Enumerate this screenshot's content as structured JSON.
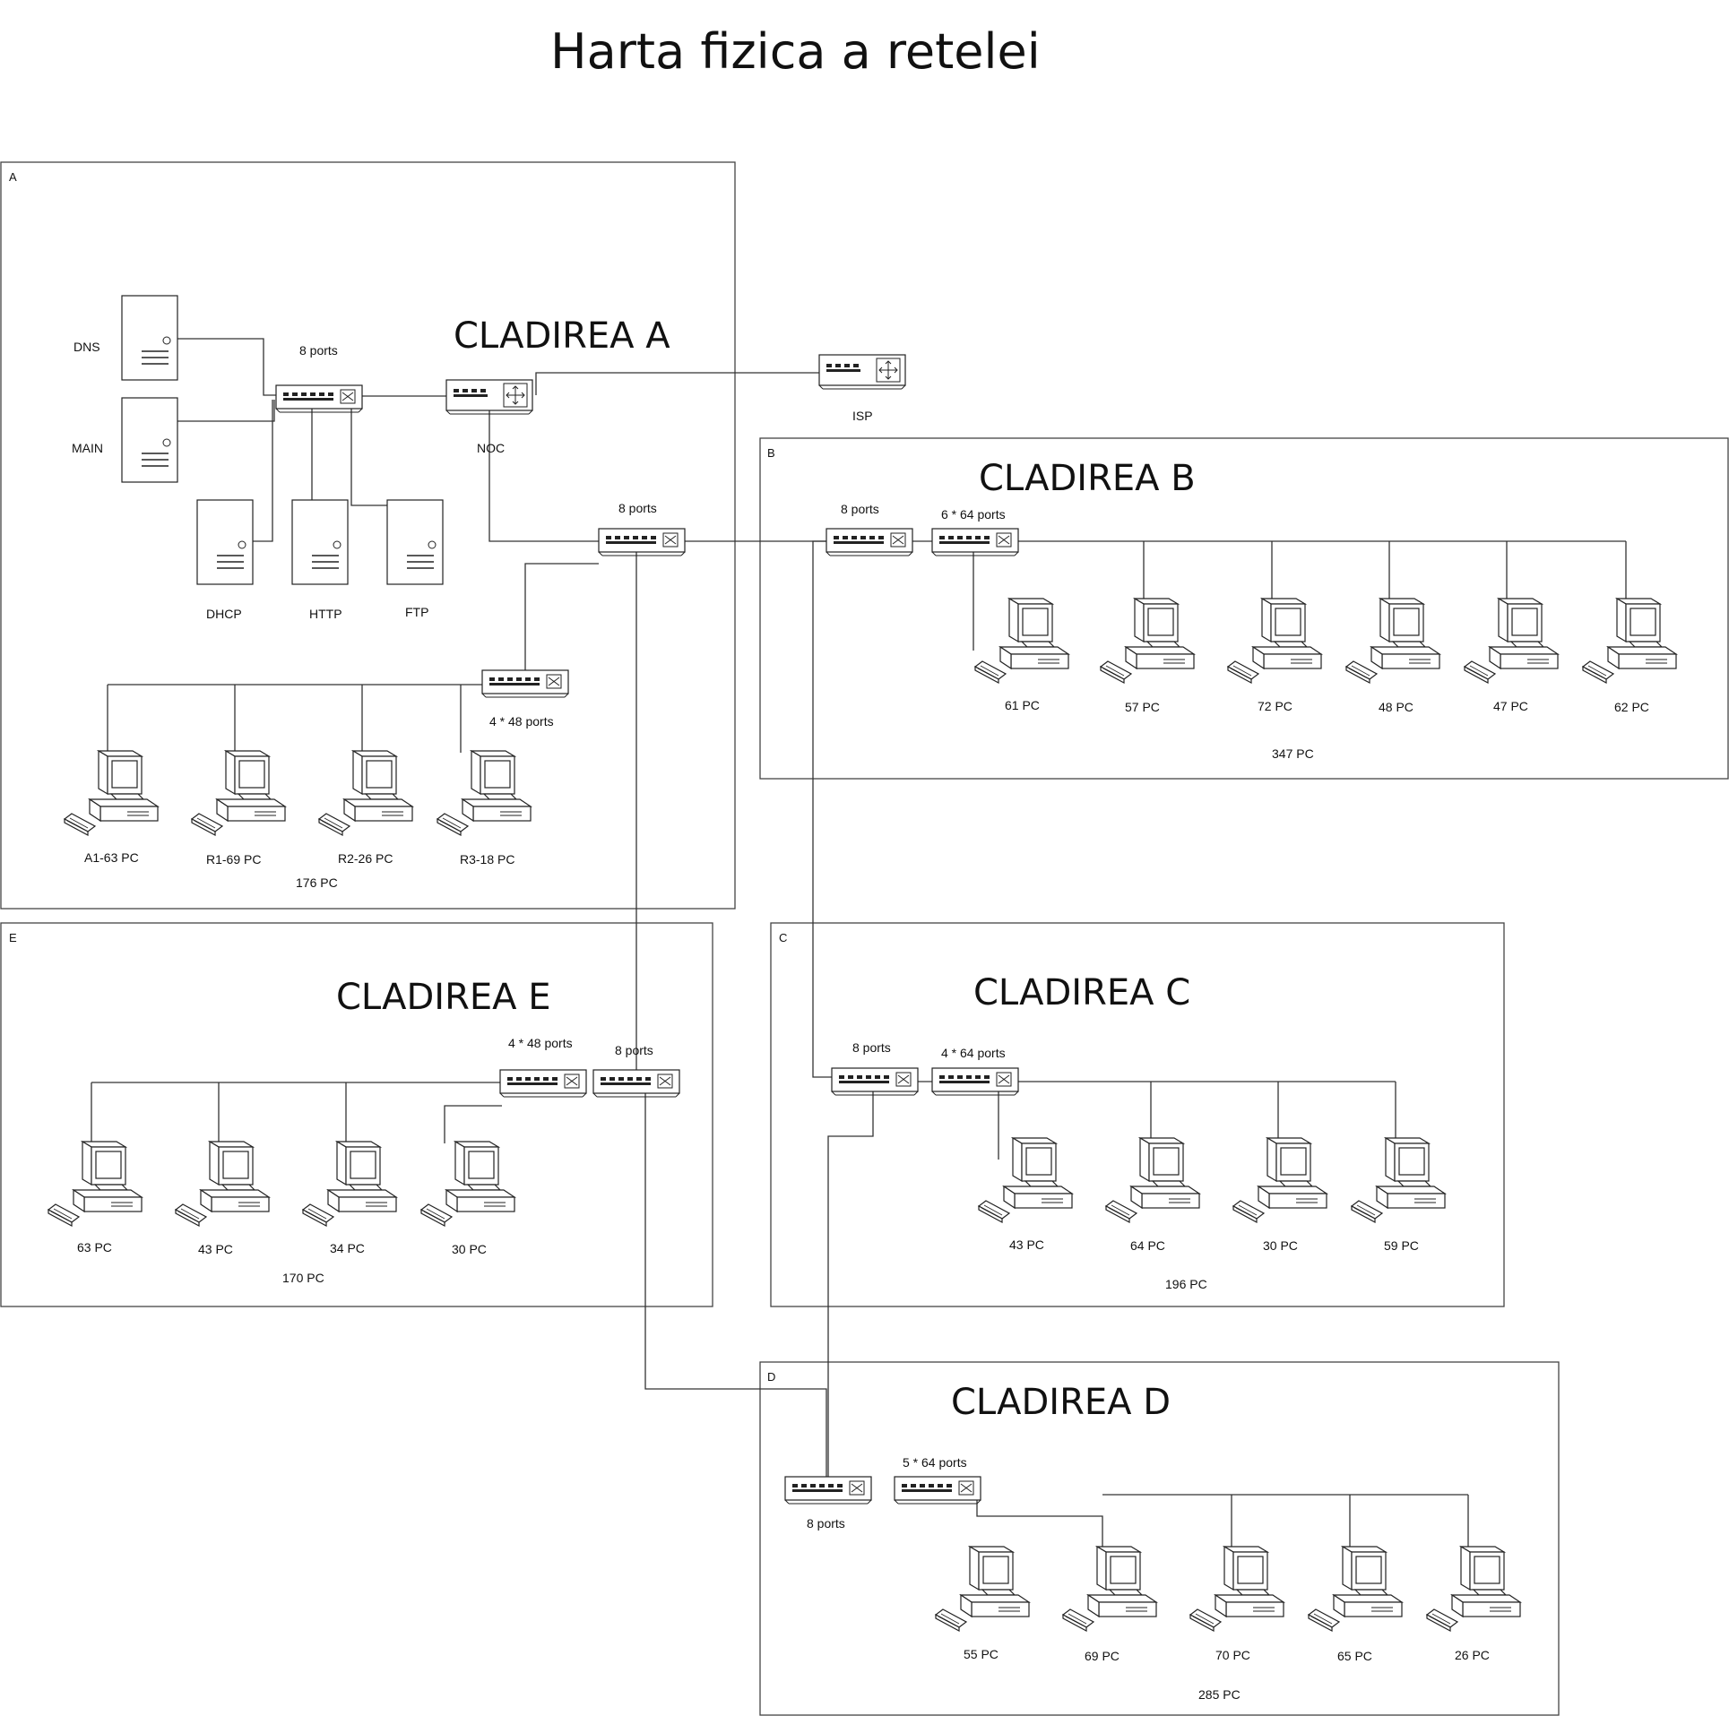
{
  "title": "Harta fizica a retelei",
  "buildings": {
    "A": {
      "letter": "A",
      "name": "CLADIREA A",
      "total": "176 PC"
    },
    "B": {
      "letter": "B",
      "name": "CLADIREA B",
      "total": "347 PC"
    },
    "C": {
      "letter": "C",
      "name": "CLADIREA C",
      "total": "196 PC"
    },
    "D": {
      "letter": "D",
      "name": "CLADIREA D",
      "total": "285 PC"
    },
    "E": {
      "letter": "E",
      "name": "CLADIREA E",
      "total": "170 PC"
    }
  },
  "servers": {
    "dns": "DNS",
    "main": "MAIN",
    "dhcp": "DHCP",
    "http": "HTTP",
    "ftp": "FTP"
  },
  "routers": {
    "noc": "NOC",
    "isp": "ISP"
  },
  "switches": {
    "a_server": "8 ports",
    "a_core": "8 ports",
    "a_access": "4 * 48 ports",
    "b_uplink": "8 ports",
    "b_access": "6 * 64 ports",
    "c_uplink": "8 ports",
    "c_access": "4 * 64 ports",
    "d_uplink": "8 ports",
    "d_access": "5 * 64 ports",
    "e_access": "4 * 48 ports",
    "e_uplink": "8 ports"
  },
  "pcs": {
    "A": [
      "A1-63 PC",
      "R1-69 PC",
      "R2-26 PC",
      "R3-18 PC"
    ],
    "B": [
      "61 PC",
      "57 PC",
      "72 PC",
      "48 PC",
      "47 PC",
      "62 PC"
    ],
    "C": [
      "43 PC",
      "64 PC",
      "30 PC",
      "59 PC"
    ],
    "D": [
      "55 PC",
      "69 PC",
      "70 PC",
      "65 PC",
      "26 PC"
    ],
    "E": [
      "63 PC",
      "43 PC",
      "34 PC",
      "30 PC"
    ]
  }
}
